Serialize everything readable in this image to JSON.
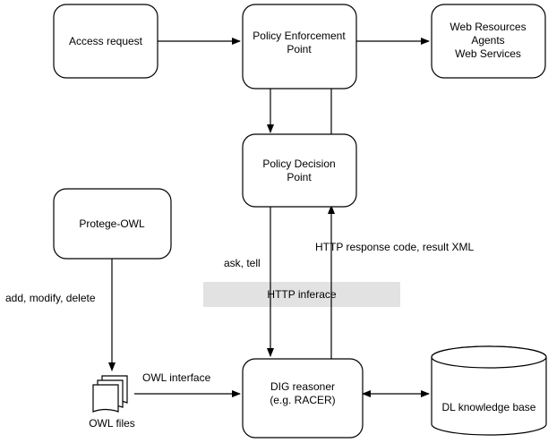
{
  "nodes": {
    "access_request": [
      "Access request"
    ],
    "pep": [
      "Policy Enforcement",
      "Point"
    ],
    "web_resources": [
      "Web Resources",
      "Agents",
      "Web Services"
    ],
    "pdp": [
      "Policy Decision",
      "Point"
    ],
    "protege": [
      "Protege-OWL"
    ],
    "dig": [
      "DIG reasoner",
      "(e.g. RACER)"
    ],
    "dl_kb": [
      "DL knowledge base"
    ],
    "owl_files": [
      "OWL files"
    ]
  },
  "edge_labels": {
    "ask_tell": "ask, tell",
    "http_response": "HTTP response code, result XML",
    "add_modify_delete": "add, modify, delete",
    "owl_interface": "OWL interface"
  },
  "band": {
    "label": "HTTP inferace"
  },
  "colors": {
    "band_fill": "#e2e2e2",
    "stroke": "#000000"
  }
}
